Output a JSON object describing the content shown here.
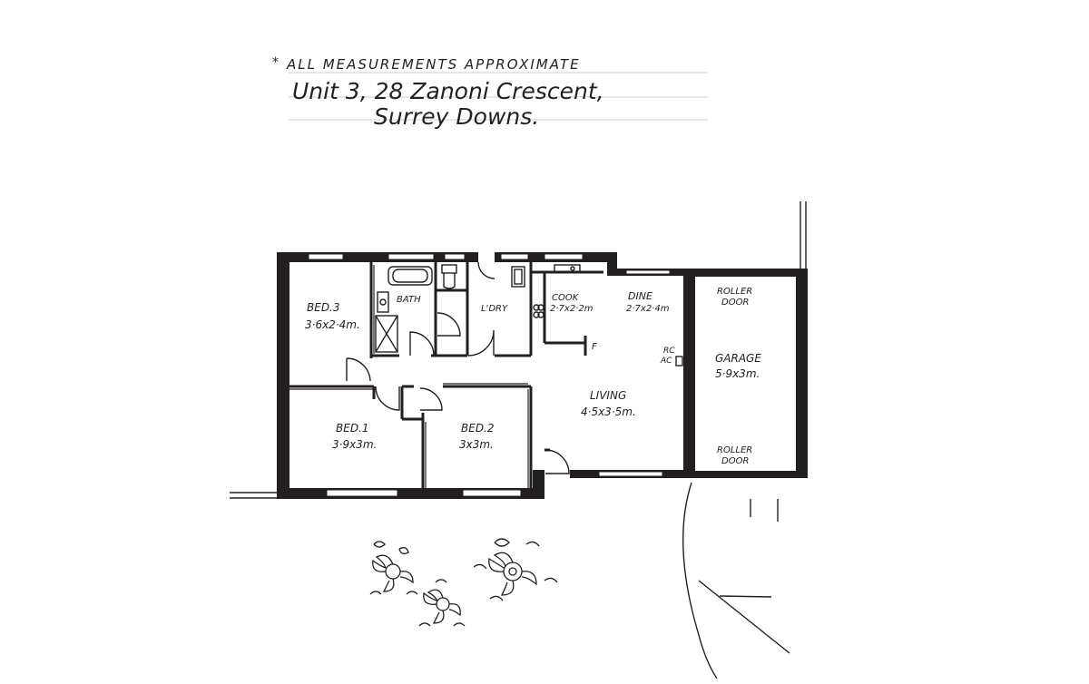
{
  "notes": {
    "approximate_star": "*",
    "approximate": "ALL MEASUREMENTS APPROXIMATE",
    "address_line1": "Unit 3, 28 Zanoni Crescent,",
    "address_line2": "Surrey Downs."
  },
  "rooms": {
    "bed3": {
      "name": "BED.3",
      "size": "3·6x2·4m."
    },
    "bath": {
      "name": "BATH"
    },
    "ldry": {
      "name": "L'DRY"
    },
    "cook": {
      "name": "COOK",
      "size": "2·7x2·2m"
    },
    "dine": {
      "name": "DINE",
      "size": "2·7x2·4m"
    },
    "living": {
      "name": "LIVING",
      "size": "4·5x3·5m."
    },
    "bed1": {
      "name": "BED.1",
      "size": "3·9x3m."
    },
    "bed2": {
      "name": "BED.2",
      "size": "3x3m."
    },
    "garage": {
      "name": "GARAGE",
      "size": "5·9x3m."
    }
  },
  "features": {
    "roller_door_top_1": "ROLLER",
    "roller_door_top_2": "DOOR",
    "roller_door_bottom_1": "ROLLER",
    "roller_door_bottom_2": "DOOR",
    "rc": "RC",
    "ac": "AC",
    "fridge": "F"
  }
}
